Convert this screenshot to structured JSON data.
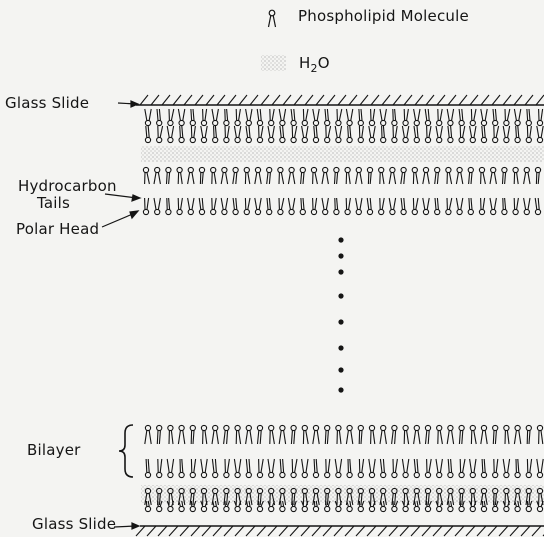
{
  "legend": {
    "molecule_label": "Phospholipid Molecule",
    "water_label_main": "H",
    "water_label_sub": "2",
    "water_label_end": "O"
  },
  "labels": {
    "glass_slide_top": "Glass Slide",
    "hydrocarbon": "Hydrocarbon",
    "tails": "Tails",
    "polar_head": "Polar Head",
    "bilayer": "Bilayer",
    "glass_slide_bottom": "Glass Slide"
  },
  "colors": {
    "ink": "#151515",
    "water_fill": "#a9a9a9",
    "background": "#f4f4f2"
  }
}
